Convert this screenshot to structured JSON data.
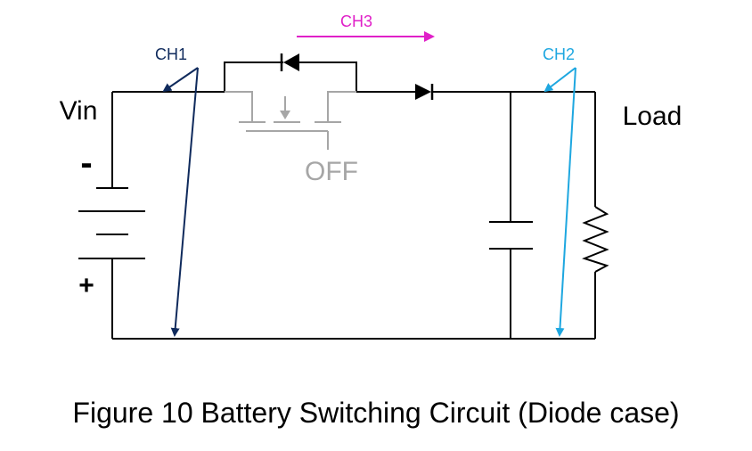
{
  "labels": {
    "vin": "Vin",
    "load": "Load",
    "minus": "-",
    "plus": "+",
    "off": "OFF",
    "ch1": "CH1",
    "ch2": "CH2",
    "ch3": "CH3"
  },
  "caption": "Figure 10 Battery Switching Circuit (Diode case)",
  "colors": {
    "wire": "#000000",
    "mosfet": "#a6a6a6",
    "ch1": "#0f2a5c",
    "ch2": "#1ea7e0",
    "ch3": "#e020c8"
  }
}
